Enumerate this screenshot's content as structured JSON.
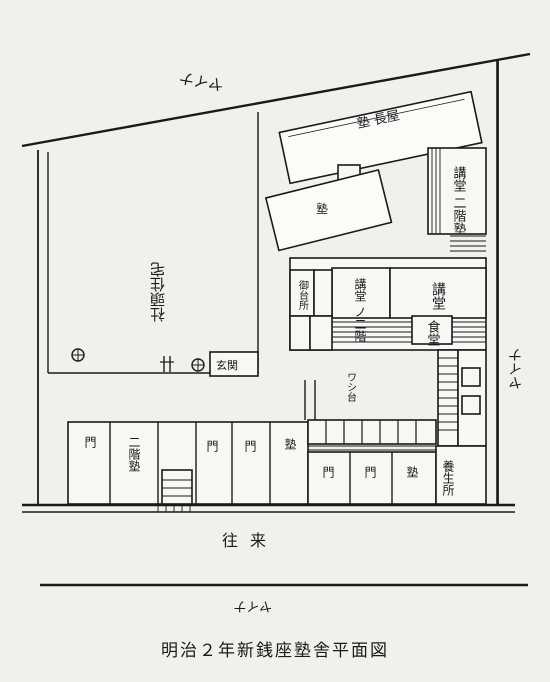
{
  "caption": "明治２年新銭座塾舎平面図",
  "labels": {
    "street_top": "ヤイナ",
    "street_mid": "往来",
    "street_bottom": "ヤイナ",
    "street_side": "ヤイナ",
    "dormitory_top": "塾 長屋",
    "lecture_hall_right": "講堂 二階塾",
    "lecture_hall_center": "講堂",
    "lecture_hall_2f": "講堂 ノ二階",
    "dining_hall": "食堂",
    "vacant_lot": "社頭住宅",
    "gate_house": "玄関",
    "notice": "御台所",
    "stairs": "ワシ台",
    "gate": "門",
    "nurse_room": "養生所",
    "ni_kai": "二階塾",
    "juku": "塾"
  }
}
